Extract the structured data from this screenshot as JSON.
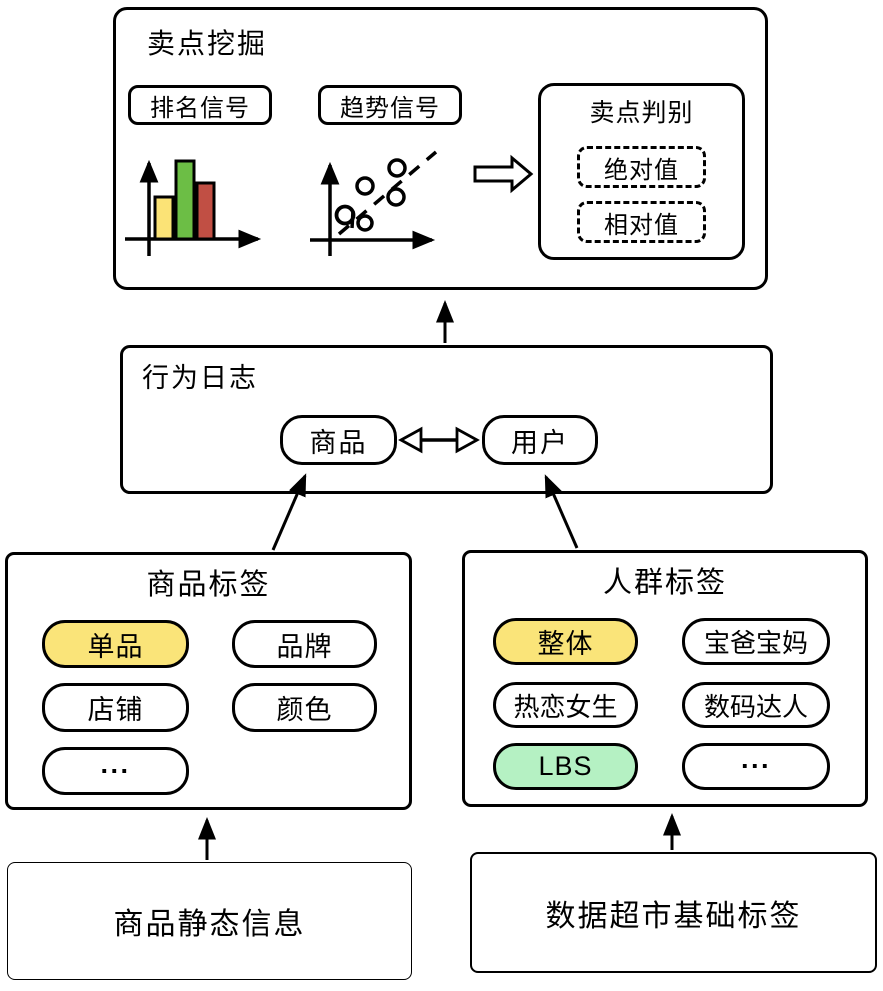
{
  "colors": {
    "stroke": "#000000",
    "highlight_yellow": "#FAE479",
    "highlight_green": "#B5F1C3",
    "bar_yellow": "#FBE376",
    "bar_green": "#6CBE45",
    "bar_red": "#C14F44",
    "background": "#FFFFFF"
  },
  "mining": {
    "title": "卖点挖掘",
    "ranking_signal": "排名信号",
    "trend_signal": "趋势信号",
    "judgment_title": "卖点判别",
    "judgment_items": [
      {
        "label": "绝对值"
      },
      {
        "label": "相对值"
      }
    ]
  },
  "behavior_log": {
    "title": "行为日志",
    "product": "商品",
    "user": "用户"
  },
  "product_tags": {
    "title": "商品标签",
    "tags": [
      {
        "label": "单品",
        "highlight": "yellow"
      },
      {
        "label": "品牌",
        "highlight": "none"
      },
      {
        "label": "店铺",
        "highlight": "none"
      },
      {
        "label": "颜色",
        "highlight": "none"
      },
      {
        "label": "···",
        "highlight": "none"
      }
    ]
  },
  "crowd_tags": {
    "title": "人群标签",
    "tags": [
      {
        "label": "整体",
        "highlight": "yellow"
      },
      {
        "label": "宝爸宝妈",
        "highlight": "none"
      },
      {
        "label": "热恋女生",
        "highlight": "none"
      },
      {
        "label": "数码达人",
        "highlight": "none"
      },
      {
        "label": "LBS",
        "highlight": "green"
      },
      {
        "label": "···",
        "highlight": "none"
      }
    ]
  },
  "sources": {
    "product_static_info": "商品静态信息",
    "data_mart_basic_tags": "数据超市基础标签"
  }
}
